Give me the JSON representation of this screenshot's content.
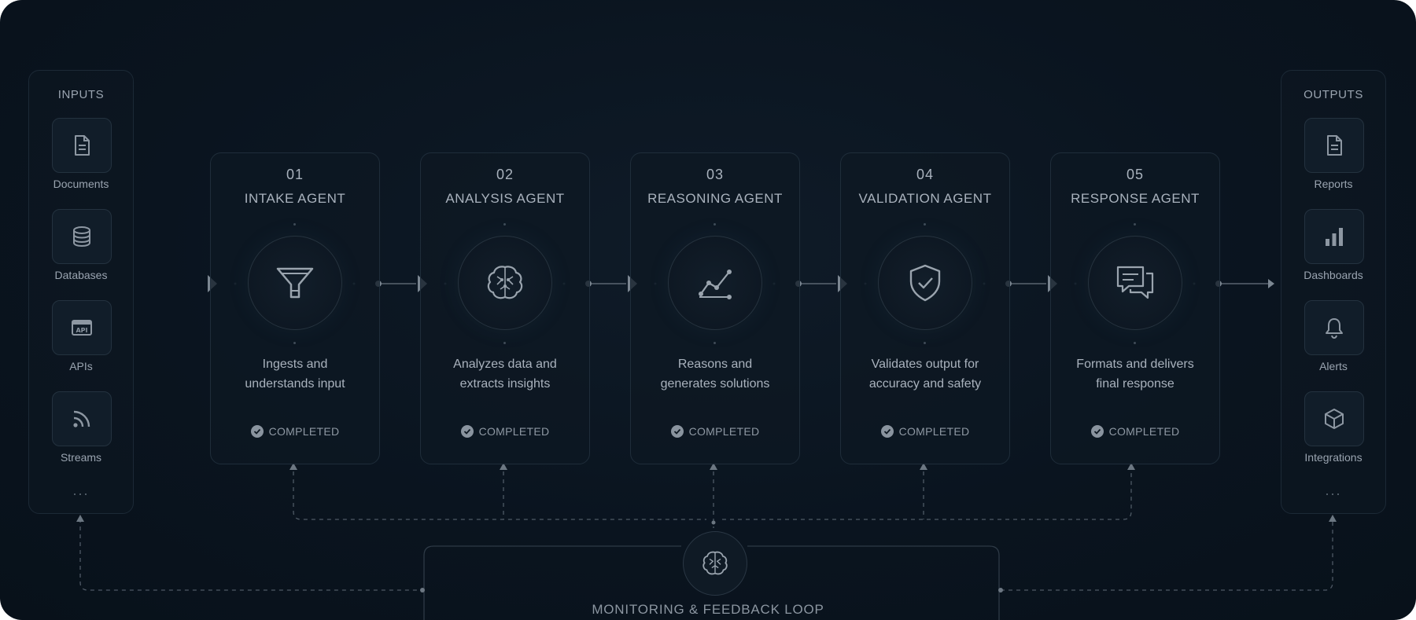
{
  "inputs": {
    "title": "INPUTS",
    "items": [
      {
        "label": "Documents",
        "icon": "document-icon"
      },
      {
        "label": "Databases",
        "icon": "database-icon"
      },
      {
        "label": "APIs",
        "icon": "api-icon"
      },
      {
        "label": "Streams",
        "icon": "rss-stream-icon"
      }
    ],
    "more": "..."
  },
  "outputs": {
    "title": "OUTPUTS",
    "items": [
      {
        "label": "Reports",
        "icon": "report-icon"
      },
      {
        "label": "Dashboards",
        "icon": "bar-chart-icon"
      },
      {
        "label": "Alerts",
        "icon": "bell-icon"
      },
      {
        "label": "Integrations",
        "icon": "cube-icon"
      }
    ],
    "more": "..."
  },
  "agents": [
    {
      "number": "01",
      "name": "INTAKE AGENT",
      "desc_line1": "Ingests and",
      "desc_line2": "understands input",
      "status": "COMPLETED",
      "icon": "funnel-icon"
    },
    {
      "number": "02",
      "name": "ANALYSIS AGENT",
      "desc_line1": "Analyzes data and",
      "desc_line2": "extracts insights",
      "status": "COMPLETED",
      "icon": "brain-circuit-icon"
    },
    {
      "number": "03",
      "name": "REASONING AGENT",
      "desc_line1": "Reasons and",
      "desc_line2": "generates solutions",
      "status": "COMPLETED",
      "icon": "line-graph-icon"
    },
    {
      "number": "04",
      "name": "VALIDATION AGENT",
      "desc_line1": "Validates output for",
      "desc_line2": "accuracy and safety",
      "status": "COMPLETED",
      "icon": "shield-check-icon"
    },
    {
      "number": "05",
      "name": "RESPONSE AGENT",
      "desc_line1": "Formats and delivers",
      "desc_line2": "final response",
      "status": "COMPLETED",
      "icon": "chat-bubbles-icon"
    }
  ],
  "monitoring": {
    "label": "MONITORING & FEEDBACK LOOP",
    "icon": "brain-circuit-icon"
  },
  "colors": {
    "background": "#0a141f",
    "card_border": "#1f2d3a",
    "text": "#a9b2bd",
    "connector": "#5a6570"
  }
}
